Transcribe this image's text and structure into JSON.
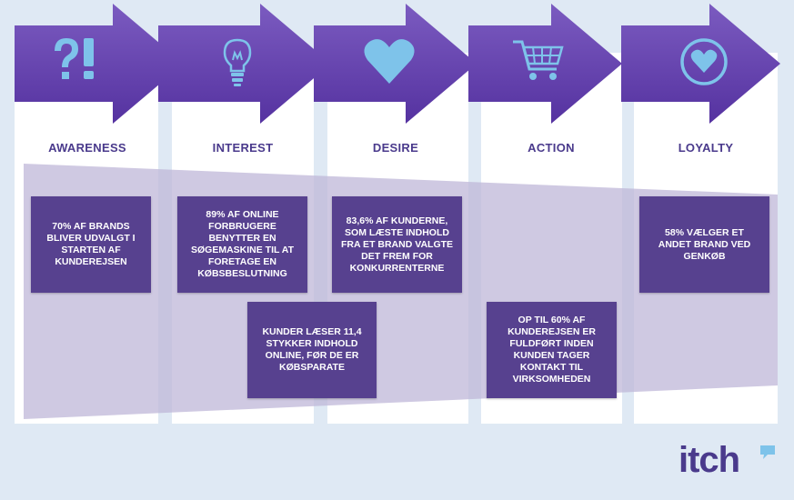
{
  "stages": [
    {
      "label": "AWARENESS",
      "icon": "question-exclamation-icon"
    },
    {
      "label": "INTEREST",
      "icon": "lightbulb-icon"
    },
    {
      "label": "DESIRE",
      "icon": "heart-icon"
    },
    {
      "label": "ACTION",
      "icon": "shopping-cart-icon"
    },
    {
      "label": "LOYALTY",
      "icon": "heart-circle-icon"
    }
  ],
  "stats": {
    "awareness": "70% AF BRANDS\nBLIVER UDVALGT I\nSTARTEN AF\nKUNDEREJSEN",
    "interest": "89% AF ONLINE\nFORBRUGERE\nBENYTTER EN\nSØGEMASKINE TIL AT\nFORETAGE EN\nKØBSBESLUTNING",
    "desire": "83,6% AF KUNDERNE,\nSOM LÆSTE INDHOLD\nFRA ET BRAND VALGTE\nDET FREM FOR\nKONKURRENTERNE",
    "content": "KUNDER LÆSER 11,4\nSTYKKER INDHOLD\nONLINE, FØR DE ER\nKØBSPARATE",
    "action": "OP TIL 60% AF\nKUNDEREJSEN ER\nFULDFØRT INDEN\nKUNDEN TAGER\nKONTAKT TIL\nVIRKSOMHEDEN",
    "loyalty": "58% VÆLGER ET\nANDET BRAND VED\nGENKØB"
  },
  "logo": {
    "text": "itch"
  },
  "colors": {
    "arrow": "#5b3b9c",
    "arrow_light": "#7b5bc0",
    "stage_label": "#4a3a8c",
    "stat_box": "#57418f",
    "funnel": "#bfb7d8",
    "background": "#dfe9f4",
    "icon": "#7ec3ea",
    "logo_accent": "#7ec3ea"
  }
}
